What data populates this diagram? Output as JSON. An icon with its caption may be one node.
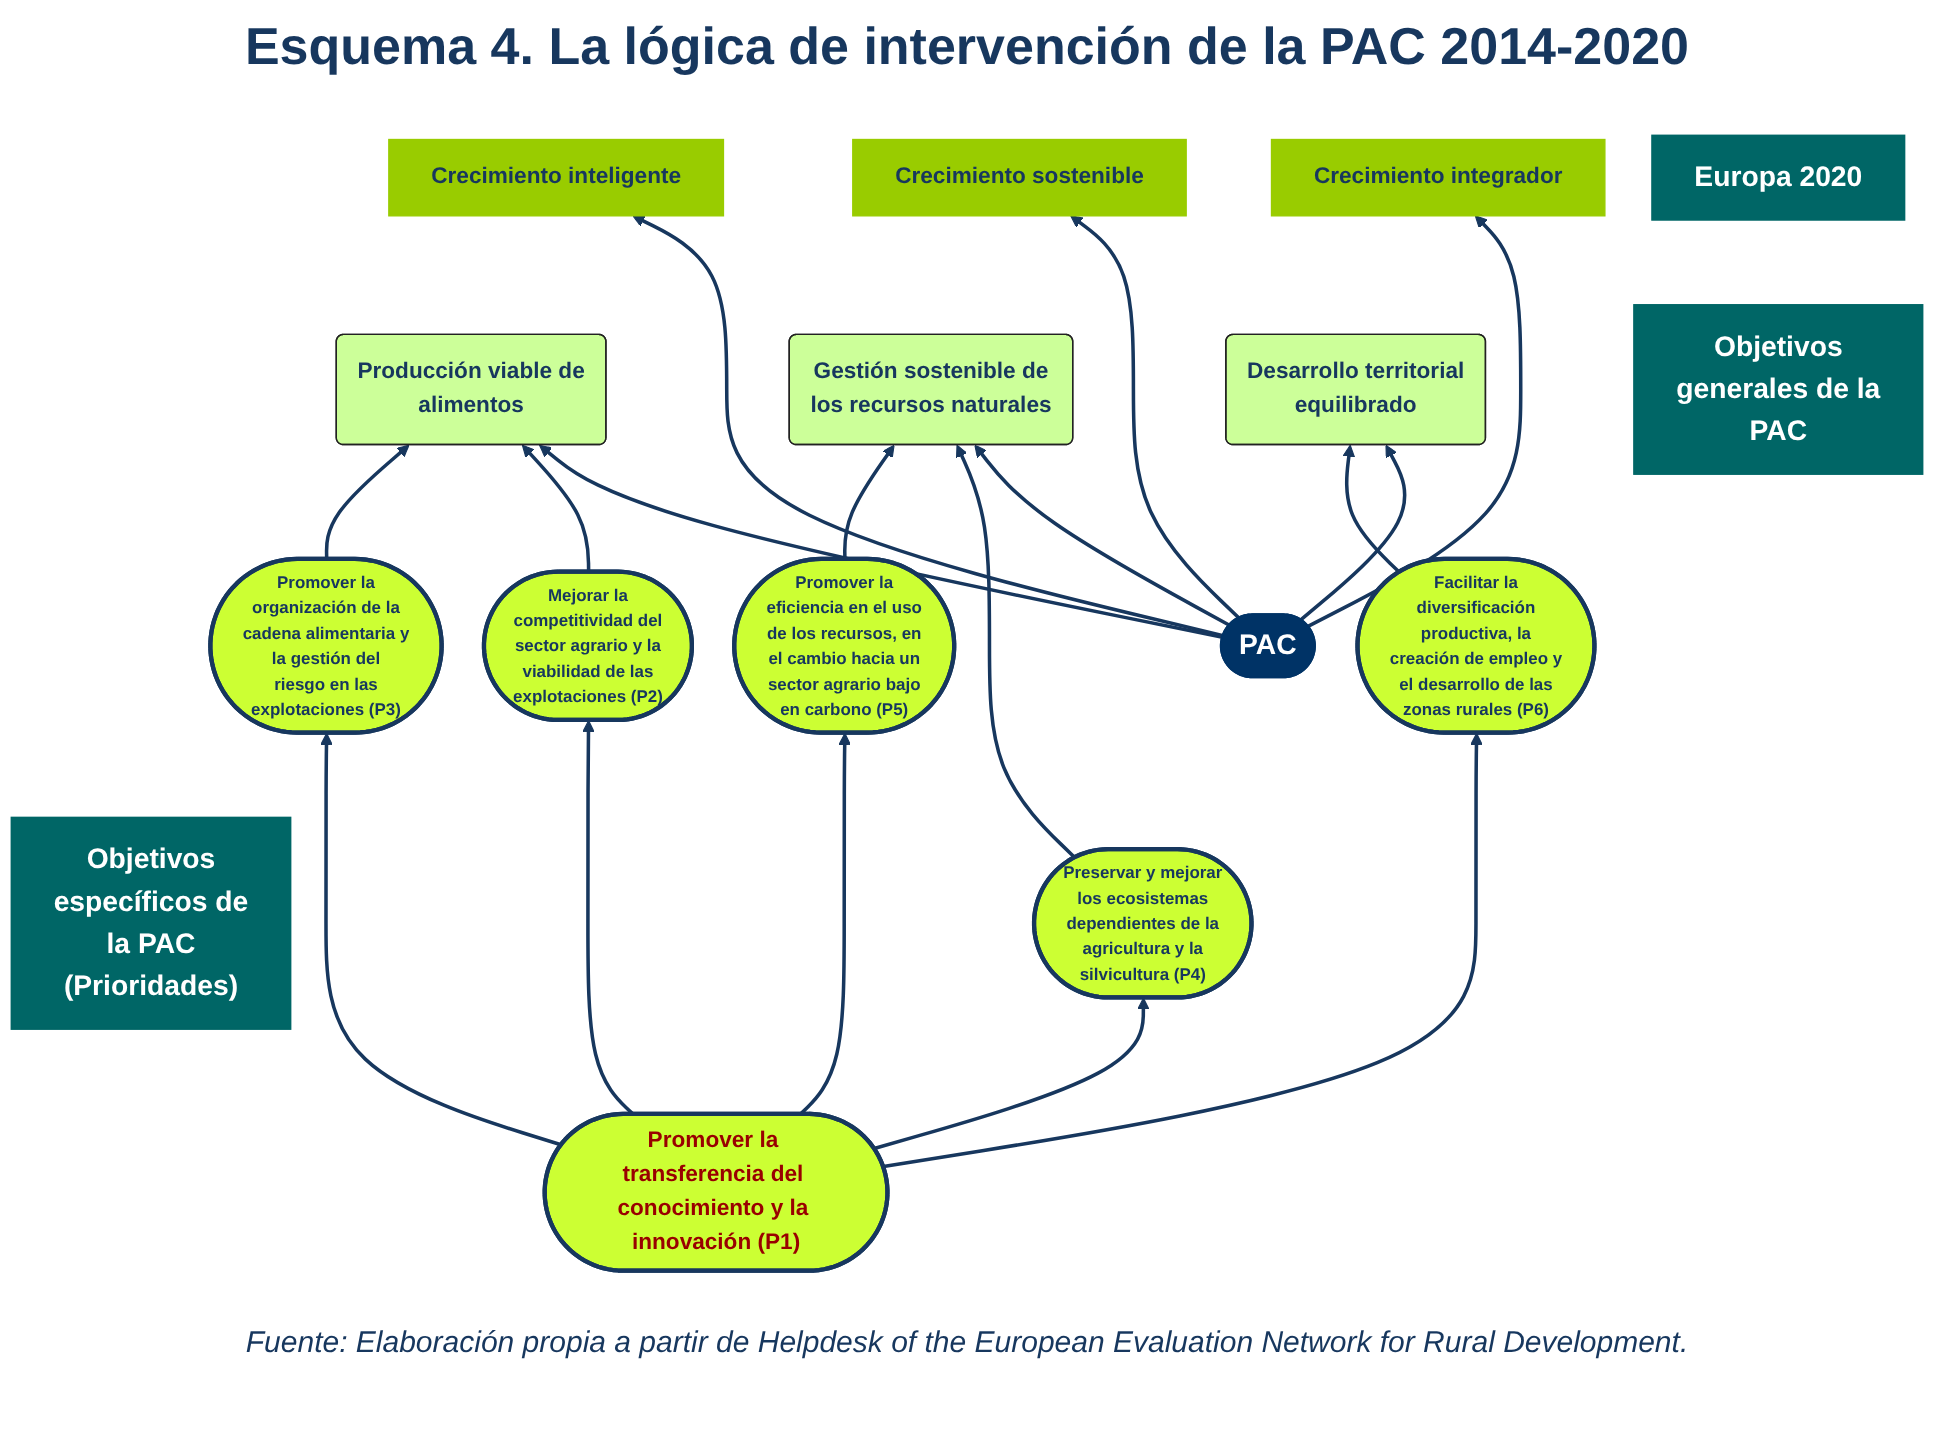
{
  "diagram": {
    "title": "Esquema 4. La lógica de intervención de la PAC 2014-2020",
    "caption": "Fuente: Elaboración propia a partir de Helpdesk of the European Evaluation Network for Rural Development.",
    "nodes": [
      {
        "text": [
          "Europa 2020"
        ]
      },
      {
        "text": [
          "Crecimiento inteligente"
        ]
      },
      {
        "text": [
          "Crecimiento sostenible"
        ]
      },
      {
        "text": [
          "Crecimiento integrador"
        ]
      },
      {
        "text": [
          "PAC"
        ]
      },
      {
        "text": [
          "Objetivos generales de la PAC"
        ]
      },
      {
        "text": [
          "Producción viable de alimentos"
        ]
      },
      {
        "text": [
          "Gestión sostenible de los recursos naturales"
        ]
      },
      {
        "text": [
          "Desarrollo territorial equilibrado"
        ]
      },
      {
        "text": [
          "Objetivos específicos de la PAC (Prioridades)"
        ]
      },
      {
        "text": [
          "Mejorar la competitividad del sector agrario y la viabilidad de las explotaciones (P2)"
        ]
      },
      {
        "text": [
          "Promover la organización de la cadena alimentaria y la gestión del riesgo en las explotaciones (P3)"
        ]
      },
      {
        "text": [
          "Preservar y mejorar los ecosistemas dependientes de la agricultura y la silvicultura (P4)"
        ]
      },
      {
        "text": [
          "Promover la eficiencia en el uso de los recursos, en el cambio hacia un sector agrario bajo en carbono (P5)"
        ]
      },
      {
        "text": [
          "Facilitar la diversificación productiva, la creación de empleo y el desarrollo de las zonas rurales (P6)"
        ]
      },
      {
        "text": [
          "Promover la transferencia del conocimiento y la innovación (P1)"
        ]
      }
    ],
    "edges": [
      {
        "from": 4,
        "to": 1,
        "arrow": "to"
      },
      {
        "from": 4,
        "to": 2,
        "arrow": "to"
      },
      {
        "from": 4,
        "to": 3,
        "arrow": "to"
      },
      {
        "from": 4,
        "to": 6,
        "arrow": "to"
      },
      {
        "from": 4,
        "to": 7,
        "arrow": "to"
      },
      {
        "from": 4,
        "to": 8,
        "arrow": "to"
      },
      {
        "from": 10,
        "to": 6,
        "arrow": "to"
      },
      {
        "from": 11,
        "to": 6,
        "arrow": "to"
      },
      {
        "from": 12,
        "to": 7,
        "arrow": "to"
      },
      {
        "from": 13,
        "to": 7,
        "arrow": "to"
      },
      {
        "from": 14,
        "to": 8,
        "arrow": "to"
      },
      {
        "from": 15,
        "to": 10,
        "arrow": "to"
      },
      {
        "from": 15,
        "to": 11,
        "arrow": "to"
      },
      {
        "from": 15,
        "to": 12,
        "arrow": "to"
      },
      {
        "from": 15,
        "to": 13,
        "arrow": "to"
      },
      {
        "from": 15,
        "to": 14,
        "arrow": "to"
      }
    ]
  }
}
